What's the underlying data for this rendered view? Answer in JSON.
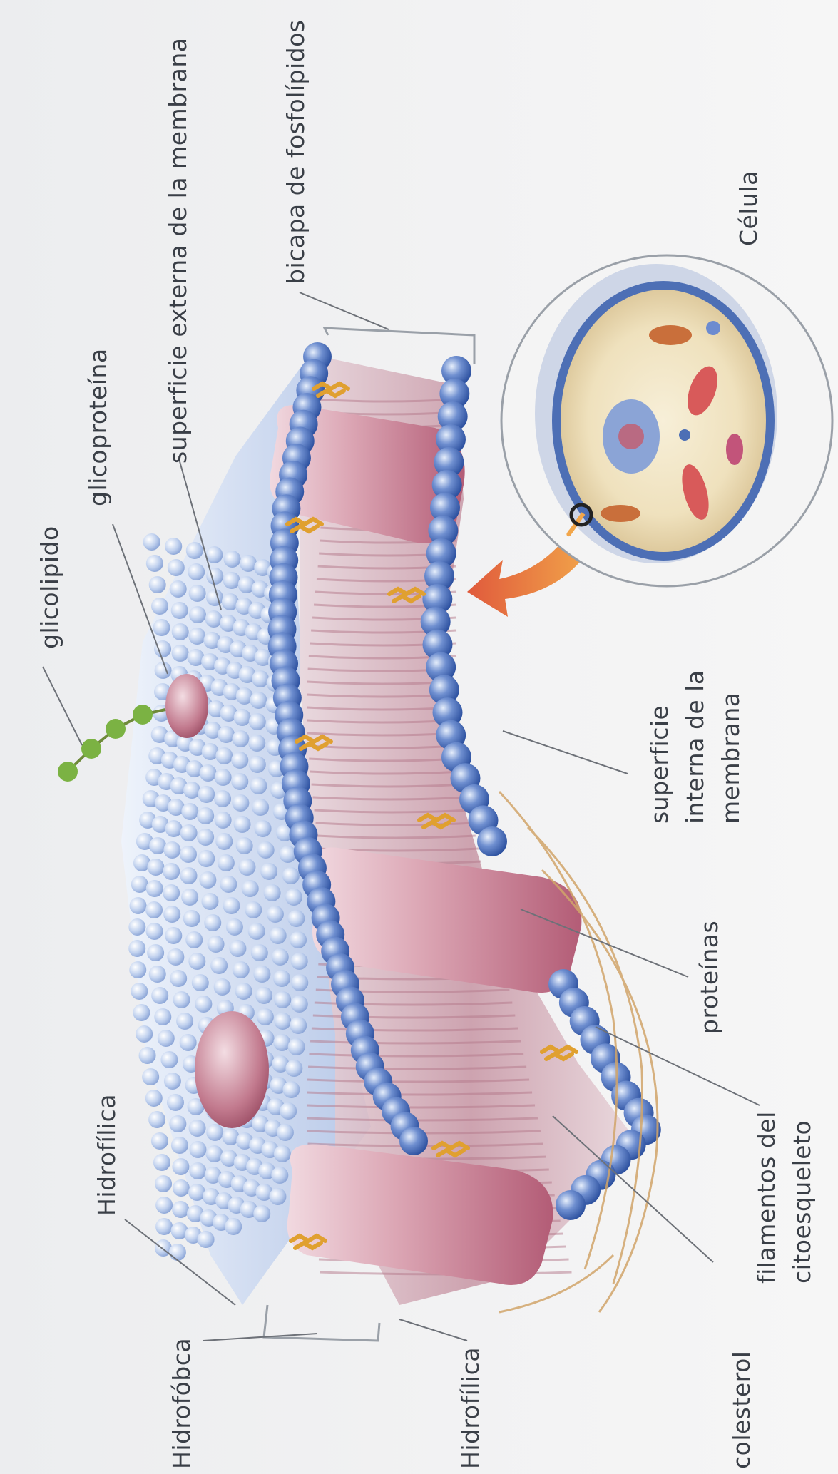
{
  "labels": {
    "glicolipido": "glicolipido",
    "glicoproteina": "glicoproteína",
    "superficie_externa": "superficie externa de la membrana",
    "bicapa": "bicapa de fosfolípidos",
    "celula": "Célula",
    "hidrofilica_top": "Hidrofílica",
    "hidrofobica": "Hidrofóbca",
    "hidrofilica_bottom": "Hidrofílica",
    "colesterol": "colesterol",
    "filamentos_line1": "filamentos del",
    "filamentos_line2": "citoesqueleto",
    "proteinas": "proteínas",
    "superficie_interna_line1": "superficie",
    "superficie_interna_line2": "interna de la",
    "superficie_interna_line3": "membrana"
  },
  "colors": {
    "phospholipid_head": "#3f64b4",
    "phospholipid_light": "#c9d6ef",
    "protein": "#c57c8e",
    "glycolipid_chain": "#7bb243",
    "cholesterol": "#e0a030",
    "arrow": "#e8643a",
    "cytoskeleton": "#d1a56a"
  }
}
